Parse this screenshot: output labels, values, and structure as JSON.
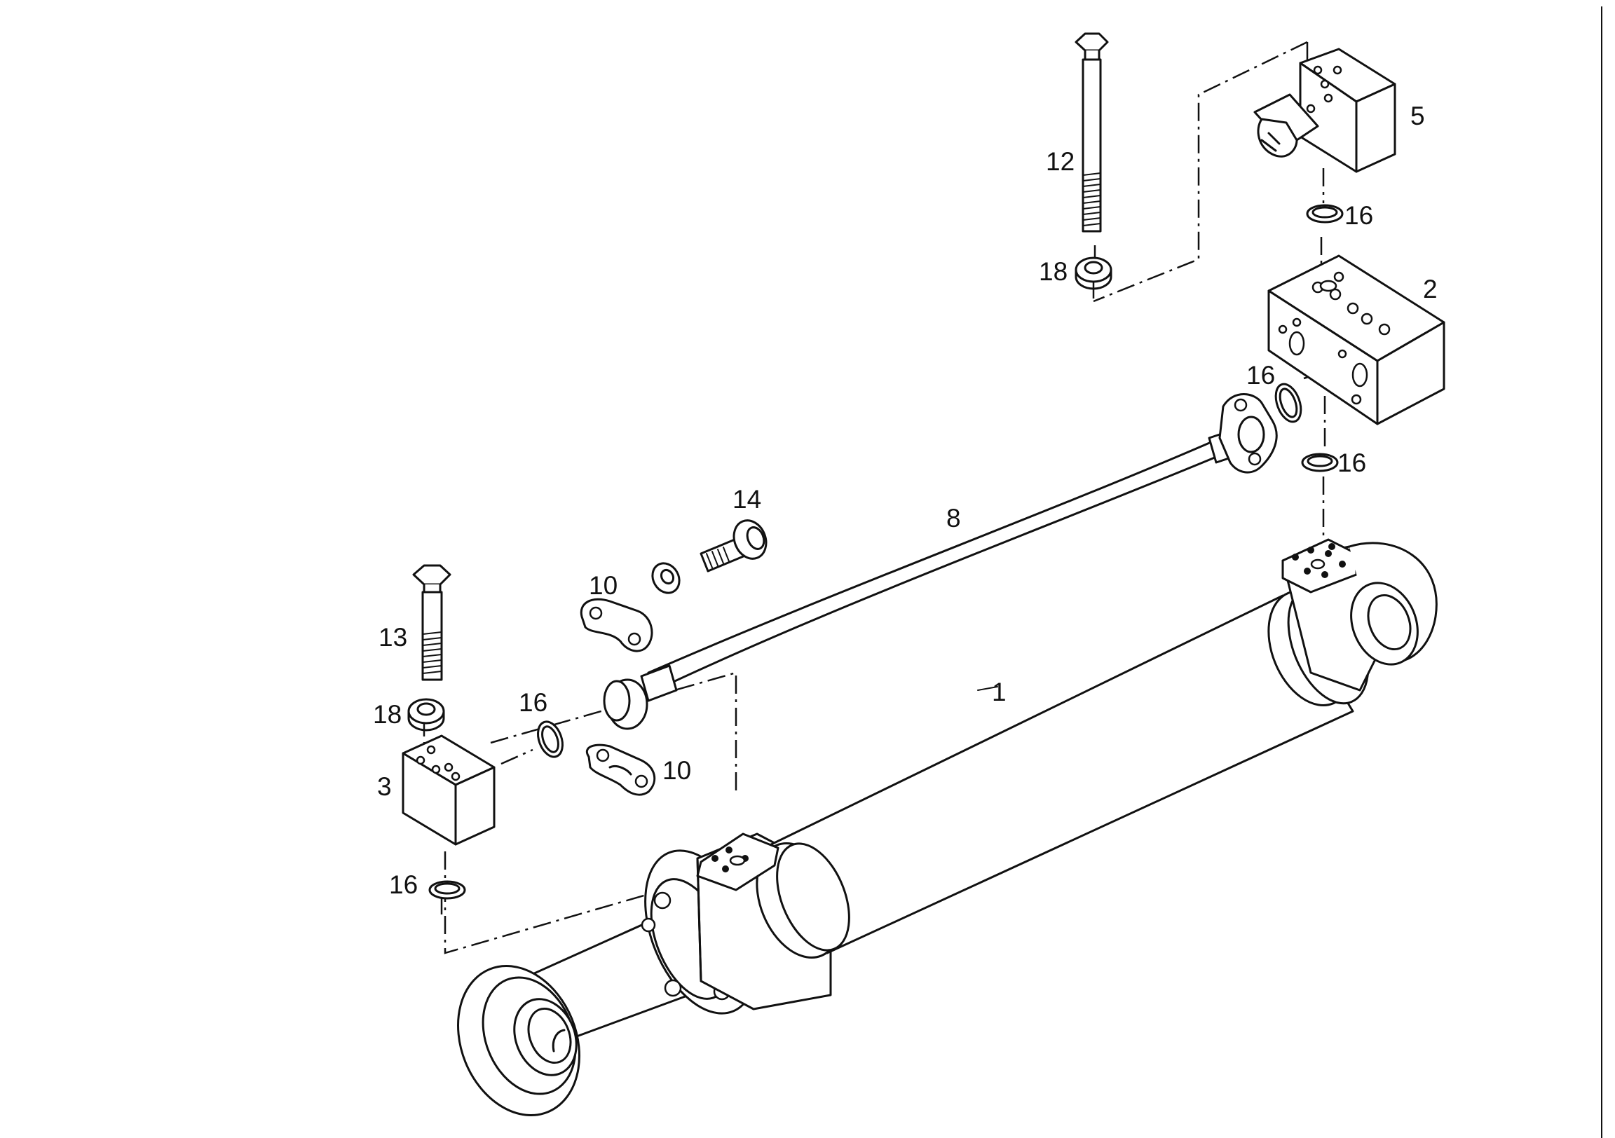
{
  "diagram": {
    "labels": {
      "p1": "1",
      "p2": "2",
      "p3": "3",
      "p5": "5",
      "p8": "8",
      "p10a": "10",
      "p10b": "10",
      "p12": "12",
      "p13": "13",
      "p14": "14",
      "p16a": "16",
      "p16b": "16",
      "p16c": "16",
      "p16d": "16",
      "p16e": "16",
      "p18a": "18",
      "p18b": "18"
    },
    "colors": {
      "ink": "#111111",
      "paper": "#ffffff"
    }
  }
}
